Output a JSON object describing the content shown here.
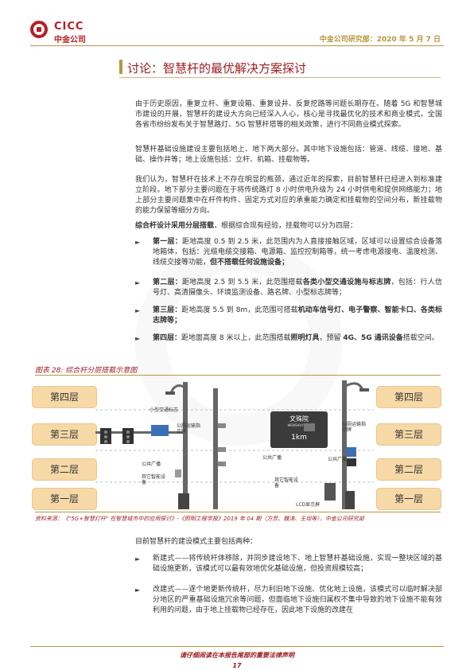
{
  "header": {
    "logo_en": "CICC",
    "logo_cn": "中金公司",
    "right_text": "中金公司研究部：2020 年 5 月 7 日"
  },
  "title": "讨论：智慧杆的最优解决方案探讨",
  "paragraphs": {
    "p1": "由于历史原因，重复立杆、重复设箱、重复设井、反复挖路等问题长期存在。随着 5G 和智慧城市建设的开展，智慧杆的建设大方向已经深入人心，核心是寻找最优化的技术和商业模式。全国各省市纷纷发布关于智慧路灯、5G 智慧杆塔等的相关政策，进行不同商业模式探索。",
    "p2": "智慧杆基础设施建设主要包括地上、地下两大部分。其中地下设施包括：管道、线缆、接地、基础、操作井等；地上设施包括：立杆、机箱、挂载物等。",
    "p3": "我们认为，智慧杆在技术上不存在明显的瓶颈，通过近年的探索，目前智慧杆已经进入到标准建立阶段。地下部分主要问题在于将传统路灯 8 小时供电升级为 24 小时供电和提供网络能力；地上部分主要问题集中在杆件构件、固定方式对应的承重能力确定和挂载物的空间分布，新挂载物的能力保留等细分方向。",
    "p4_bold": "综合杆设计采用分层搭载",
    "p4_rest": "，根据综合现有经验，挂载物可以分为四层："
  },
  "bullets": [
    {
      "lead": "第一层：",
      "text": "距地高度 0.5 到 2.5 米，此范围内为人直接接触区域，区域可以设置综合设备落地箱体，包括：光缆电缆交接箱、电源箱、监控控制箱等，统一考虑电源接电、温度检测、线缆交接等功能，",
      "bold_tail": "但不搭载任何设施设备；"
    },
    {
      "lead": "第二层：",
      "text": "距地高度 2.5 到 5.5 米，此范围搭载",
      "bold_mid": "各类小型交通设施与标志牌",
      "tail": "，包括：行人信号灯、高清摄像头、环境监测设备、路名牌、小型标志牌等；"
    },
    {
      "lead": "第三层：",
      "text": "距地高度 5.5 到 8m，此范围可搭载",
      "bold_mid": "机动车信号灯、电子警察、智能卡口、各类标志牌等；",
      "tail": ""
    },
    {
      "lead": "第四层：",
      "text": "距地面高度 8 米以上，此范围搭载",
      "bold_mid": "照明灯具",
      "tail": "，预留 ",
      "bold_mid2": "4G、5G 通讯设备",
      "tail2": "搭载空间。"
    }
  ],
  "figure": {
    "title": "图表 28: 综合杆分层搭载示意图",
    "layers": [
      "第四层",
      "第三层",
      "第二层",
      "第一层"
    ],
    "labels": {
      "small_traffic_sign": "小型交通标志",
      "public_broadcast": "公共广播",
      "other_device": "其它智能设备",
      "public_broadcast_right": "公共广播",
      "other_device_right": "其它智能设备",
      "lcd": "LCD显示屏",
      "sign_name": "文殊院",
      "sign_sub": "WENSHUYUAN",
      "sign_distance": "1km",
      "public_broadcast_mid": "公共广播",
      "indicator": "公厕运输指示牌",
      "traffic_signal_sign": "公厕运输指示牌"
    },
    "source": "资料来源：《\"5G+智慧灯杆\" 在智慧城市中的应用探讨》-《照明工程学报》2019 年 04 期（方芳、魏涛、王坦等），中金公司研究部"
  },
  "after_fig": {
    "p1": "目前智慧杆的建设模式主要包括两种：",
    "b1": "新建式——将传统杆体移除，并同步建设地下、地上智慧杆基础设施，实现一整块区域的基础设施更新，该模式可以最有效地优化基础设施，但投资规模较高；",
    "b2": "改建式——逐个地更新传统杆，尽力利旧地下设施、优化地上设施，该模式可以临时解决部分地区的严重基础设施冗余等问题，但面临地下设施归属权不集中导致的地下设施不能有效利用的问题，由于地上挂载物已经存在，因此地下设施的改建在"
  },
  "footer": {
    "disclaimer": "请仔细阅读在本报告尾部的重要法律声明",
    "page": "17"
  },
  "colors": {
    "brand_red": "#b32025",
    "gold": "#b8963e",
    "layer_fill": "#f6d9a6"
  }
}
